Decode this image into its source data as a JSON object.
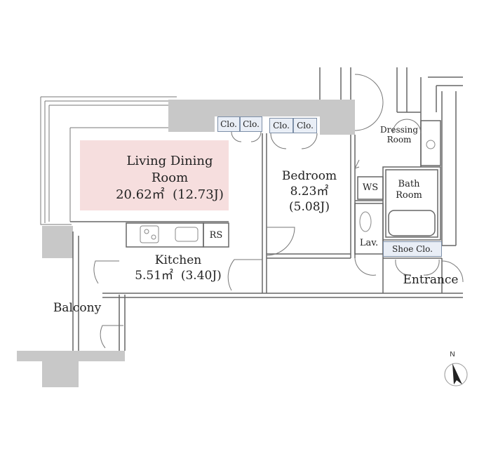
{
  "rooms": {
    "ldr": {
      "name_line1": "Living Dining",
      "name_line2": "Room",
      "area": "20.62㎡",
      "area_j": "(12.73J)"
    },
    "bedroom": {
      "name": "Bedroom",
      "area": "8.23㎡",
      "area_j": "(5.08J)"
    },
    "kitchen": {
      "name": "Kitchen",
      "area": "5.51㎡",
      "area_j": "(3.40J)"
    },
    "balcony": {
      "name": "Balcony"
    },
    "dressing": {
      "line1": "Dressing",
      "line2": "Room"
    },
    "bath": {
      "line1": "Bath",
      "line2": "Room"
    },
    "lav": {
      "name": "Lav."
    },
    "ws": {
      "name": "WS"
    },
    "rs": {
      "name": "RS"
    },
    "entrance": {
      "name": "Entrance"
    },
    "shoe": {
      "name": "Shoe Clo."
    }
  },
  "closets": [
    "Clo.",
    "Clo.",
    "Clo.",
    "Clo."
  ],
  "compass": {
    "label": "N"
  },
  "colors": {
    "wall": "#c8c8c8",
    "ldr_fill": "#f6dede",
    "closet_fill": "#e9eef6",
    "line": "#555555"
  }
}
